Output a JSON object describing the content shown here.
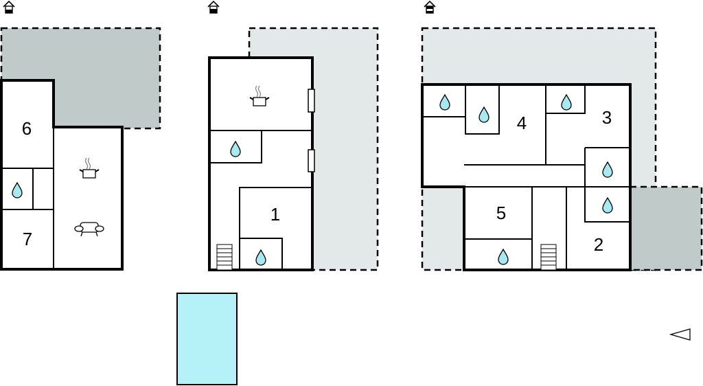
{
  "colors": {
    "terrace_dark": "#bfcac9",
    "terrace_light": "#e3e8e8",
    "pool": "#b4f2f7",
    "water": "#a8e8f0"
  },
  "floors": [
    {
      "icon": "floor-basement-icon",
      "rooms": [
        "6",
        "7"
      ]
    },
    {
      "icon": "floor-ground-icon",
      "rooms": [
        "1"
      ]
    },
    {
      "icon": "floor-first-icon",
      "rooms": [
        "4",
        "3",
        "5",
        "2"
      ]
    }
  ],
  "compass": "north-arrow-icon"
}
